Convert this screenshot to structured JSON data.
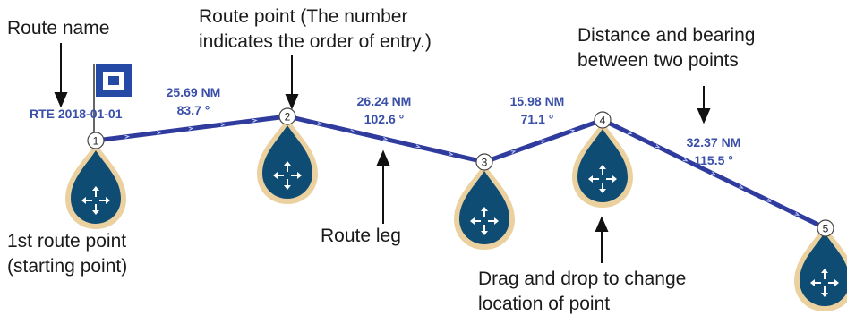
{
  "route": {
    "name": "RTE 2018-01-01",
    "line_color": "#2f3c9e",
    "marker_color": "#0f4c74",
    "glow_color": "#e8c98f",
    "points": [
      {
        "num": "1"
      },
      {
        "num": "2"
      },
      {
        "num": "3"
      },
      {
        "num": "4"
      },
      {
        "num": "5"
      }
    ],
    "legs": [
      {
        "distance": "25.69 NM",
        "bearing": "83.7 °"
      },
      {
        "distance": "26.24 NM",
        "bearing": "102.6 °"
      },
      {
        "distance": "15.98 NM",
        "bearing": "71.1 °"
      },
      {
        "distance": "32.37 NM",
        "bearing": "115.5 °"
      }
    ]
  },
  "annotations": {
    "route_name": "Route name",
    "route_point_l1": "Route point (The number",
    "route_point_l2": "indicates the order of entry.)",
    "distance_l1": "Distance and bearing",
    "distance_l2": "between two points",
    "route_leg": "Route leg",
    "first_point_l1": "1st route point",
    "first_point_l2": "(starting point)",
    "drag_l1": "Drag and drop to change",
    "drag_l2": "location of point"
  }
}
